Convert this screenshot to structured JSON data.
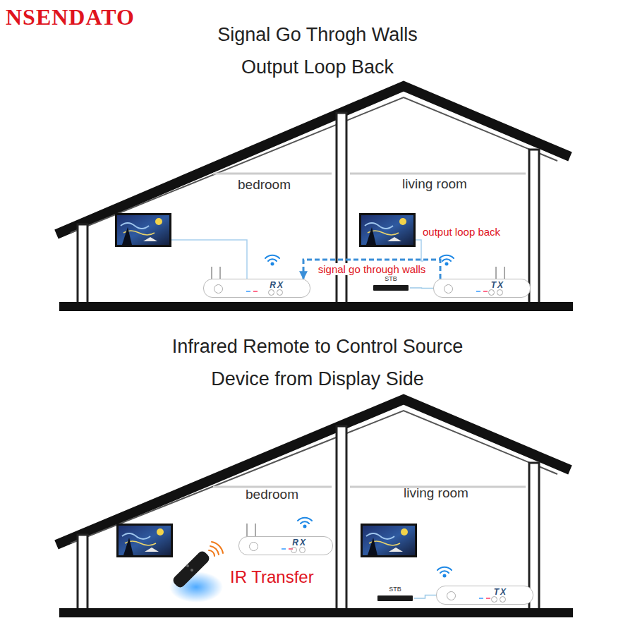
{
  "diagram": {
    "title": "Signal Go Throgh Walls Output Loop Back",
    "nodes": [
      {
        "text": [
          "RX"
        ]
      },
      {
        "text": [
          "STB"
        ]
      },
      {
        "text": [
          "TX"
        ]
      },
      {
        "text": [
          "RX"
        ]
      },
      {
        "text": [
          "STB"
        ]
      },
      {
        "text": [
          "TX"
        ]
      }
    ],
    "edges": [
      {
        "from": 2,
        "to": 0,
        "label": "signal go through walls",
        "arrow": "to"
      },
      {
        "from": 1,
        "to": 2,
        "arrow": "none"
      },
      {
        "from": 4,
        "to": 5,
        "arrow": "none"
      }
    ],
    "labels": [
      "NSENDATO",
      "Infrared Remote to Control Source Device from Display Side",
      "bedroom",
      "living room",
      "output loop back",
      "bedroom",
      "living room",
      "IR Transfer"
    ]
  }
}
